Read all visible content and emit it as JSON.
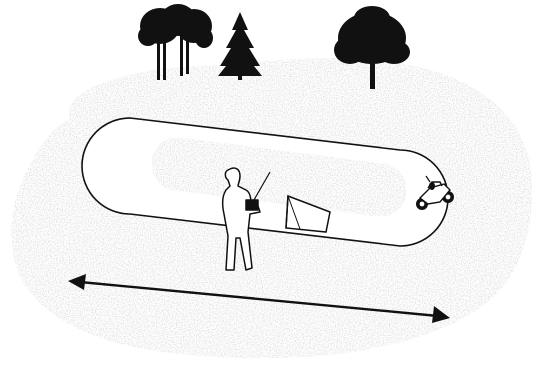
{
  "scene": {
    "subject": "rc-car-track-illustration",
    "colors": {
      "background": "#ffffff",
      "ground_speckle": "#bdbdbd",
      "track_fill": "#ffffff",
      "ink": "#111111"
    },
    "elements": {
      "trees": [
        "deciduous-tree-cluster",
        "conifer-tree",
        "oak-tree"
      ],
      "track": "oval-track",
      "ramp": "jump-ramp",
      "person": "driver-with-transmitter",
      "vehicle": "rc-buggy",
      "measure": "double-headed-arrow"
    }
  }
}
